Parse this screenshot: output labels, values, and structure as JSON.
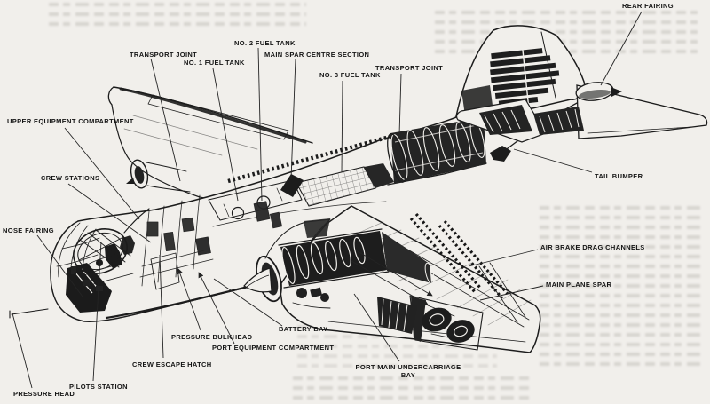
{
  "illustration": {
    "description": "Black-and-white cutaway line drawing of a twin-jet bomber aircraft, nose at lower left, tail at upper right, printed on book paper with faint text bleed-through",
    "colors": {
      "ink": "#1c1c1c",
      "paper": "#f1efeb"
    }
  },
  "labels": {
    "rear_fairing": {
      "text": "REAR FAIRING"
    },
    "transport_joint_top": {
      "text": "TRANSPORT JOINT"
    },
    "no1_fuel_tank": {
      "text": "NO. 1 FUEL TANK"
    },
    "no2_fuel_tank": {
      "text": "NO. 2 FUEL TANK"
    },
    "main_spar_centre_section": {
      "text": "MAIN SPAR CENTRE SECTION"
    },
    "no3_fuel_tank": {
      "text": "NO. 3 FUEL TANK"
    },
    "transport_joint_rear": {
      "text": "TRANSPORT JOINT"
    },
    "upper_equipment_compartment": {
      "text": "UPPER EQUIPMENT COMPARTMENT"
    },
    "crew_stations": {
      "text": "CREW STATIONS"
    },
    "nose_fairing": {
      "text": "NOSE FAIRING"
    },
    "pressure_head": {
      "text": "PRESSURE HEAD"
    },
    "pilots_station": {
      "text": "PILOTS STATION"
    },
    "crew_escape_hatch": {
      "text": "CREW ESCAPE HATCH"
    },
    "pressure_bulkhead": {
      "text": "PRESSURE BULKHEAD"
    },
    "port_equipment_compartment": {
      "text": "PORT EQUIPMENT COMPARTMENT"
    },
    "battery_bay": {
      "text": "BATTERY BAY"
    },
    "port_main_undercarriage_bay": {
      "text": "PORT MAIN UNDERCARRIAGE BAY"
    },
    "air_brake_drag_channels": {
      "text": "AIR BRAKE DRAG CHANNELS"
    },
    "main_plane_spar": {
      "text": "MAIN PLANE SPAR"
    },
    "tail_bumper": {
      "text": "TAIL BUMPER"
    }
  }
}
